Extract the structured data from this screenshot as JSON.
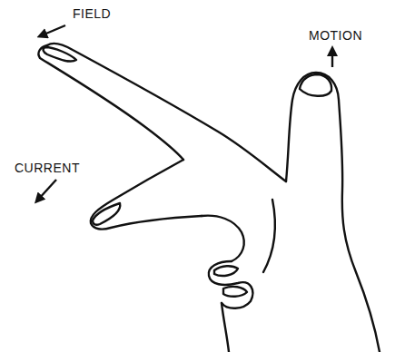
{
  "diagram": {
    "labels": [
      "FIELD",
      "MOTION",
      "CURRENT"
    ]
  }
}
